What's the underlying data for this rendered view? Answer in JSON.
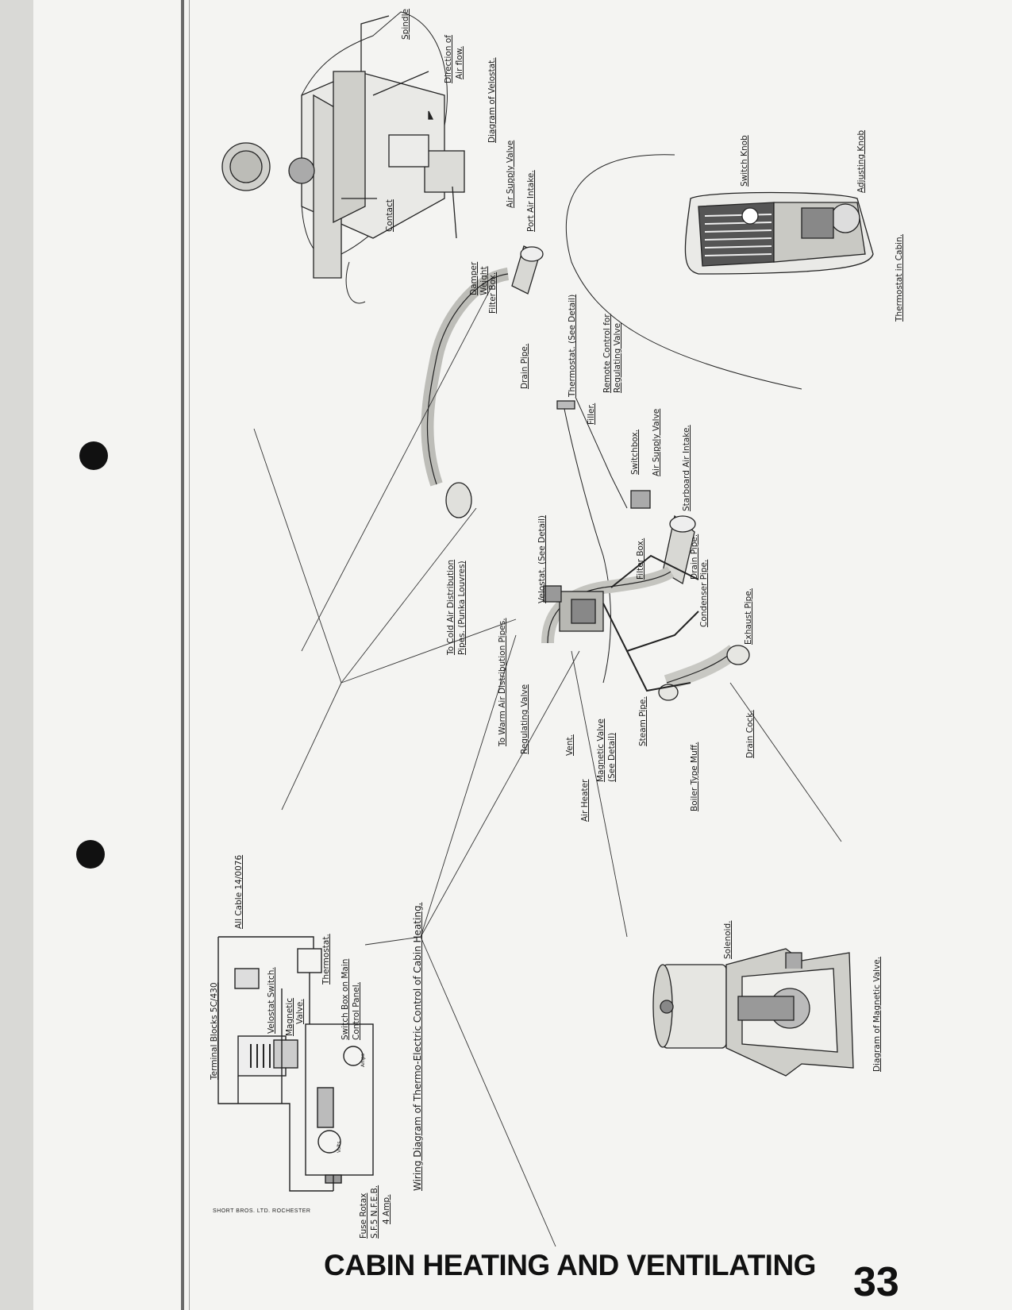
{
  "title": "CABIN HEATING AND VENTILATING",
  "page_number": "33",
  "maker_mark": "SHORT BROS. LTD. ROCHESTER",
  "captions": {
    "velostat_diagram": "Diagram of Velostat.",
    "thermostat_cabin": "Thermostat in Cabin.",
    "wiring_diagram": "Wiring Diagram of Thermo-Electric Control of Cabin Heating.",
    "magnetic_valve_diagram": "Diagram of Magnetic Valve."
  },
  "velostat_labels": {
    "spindle": "Spindle",
    "air_flow_1": "Direction of",
    "air_flow_2": "Air flow.",
    "contact": "Contact",
    "damper_1": "Damper",
    "damper_2": "Weight"
  },
  "thermostat_labels": {
    "switch_knob": "Switch Knob",
    "adjusting_knob": "Adjusting Knob"
  },
  "system_labels": {
    "air_supply_valve_port": "Air Supply Valve",
    "port_air_intake": "Port Air Intake.",
    "filter_box_port": "Filter Box.",
    "drain_pipe_port": "Drain Pipe.",
    "thermostat_detail": "Thermostat. (See Detail)",
    "remote_control_1": "Remote Control for",
    "remote_control_2": "Regulating Valve",
    "filler": "Filler.",
    "switchbox": "Switchbox.",
    "air_supply_valve_stbd": "Air Supply Valve",
    "starboard_air_intake": "Starboard Air Intake.",
    "filter_box_stbd": "Filter Box.",
    "drain_pipe_stbd": "Drain Pipe.",
    "condenser_pipe": "Condenser Pipe.",
    "exhaust_pipe": "Exhaust Pipe.",
    "velostat_detail": "Velostat. (See Detail)",
    "cold_air_1": "To Cold Air Distribution",
    "cold_air_2": "Pipes. (Punka Louvres)",
    "warm_air": "To Warm Air Distribution Pipes.",
    "regulating_valve": "Regulating Valve",
    "vent": "Vent.",
    "magnetic_valve_1": "Magnetic Valve",
    "magnetic_valve_2": "(See Detail)",
    "air_heater": "Air Heater",
    "steam_pipe": "Steam Pipe.",
    "boiler": "Boiler Type Muff.",
    "drain_cock": "Drain Cock."
  },
  "wiring_labels": {
    "all_cable": "All Cable 14/0076",
    "terminal_blocks": "Terminal Blocks 5C/430",
    "velostat_switch": "Velostat Switch.",
    "magnetic_1": "Magnetic",
    "magnetic_2": "Valve.",
    "thermostat": "Thermostat.",
    "switch_box_1": "Switch Box on Main",
    "switch_box_2": "Control Panel.",
    "fuse_1": "Fuse Rotax",
    "fuse_2": "S.F.5 N.F.E.B.",
    "fuse_3": "4 Amp.",
    "amps": "Amps",
    "volts": "Volts"
  },
  "magnetic_valve_labels": {
    "solenoid": "Solenoid."
  }
}
